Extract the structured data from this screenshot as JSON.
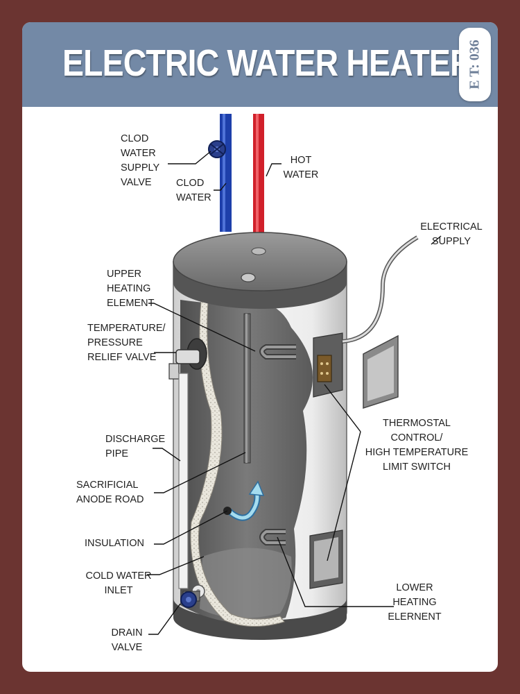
{
  "header": {
    "title": "ELECTRIC WATER HEATER",
    "badge": "E T: 036"
  },
  "labels": {
    "cold_water_supply_valve": "CLOD\nWATER\nSUPPLY\nVALVE",
    "cold_water": "CLOD\nWATER",
    "hot_water": "HOT\nWATER",
    "electrical_supply": "ELECTRICAL\nSUPPLY",
    "upper_heating_element": "UPPER\nHEATING\nELEMENT",
    "temperature_pressure_relief_valve": "TEMPERATURE/\nPRESSURE\nRELIEF VALVE",
    "discharge_pipe": "DISCHARGE\nPIPE",
    "sacrificial_anode_rod": "SACRIFICIAL\nANODE ROAD",
    "insulation": "INSULATION",
    "cold_water_inlet": "COLD WATER\nINLET",
    "drain_valve": "DRAIN\nVALVE",
    "thermostat_control": "THERMOSTAL\nCONTROL/\nHIGH TEMPERATURE\nLIMIT SWITCH",
    "lower_heating_element": "LOWER\nHEATING\nELERNENT"
  },
  "colors": {
    "background": "#6b3431",
    "header": "#7389a6",
    "cold_pipe": "#1d3faa",
    "hot_pipe": "#d1202a",
    "tank_top": "#7d7d7d",
    "tank_body": "#f2f2f2",
    "interior": "#6f6f6f"
  }
}
